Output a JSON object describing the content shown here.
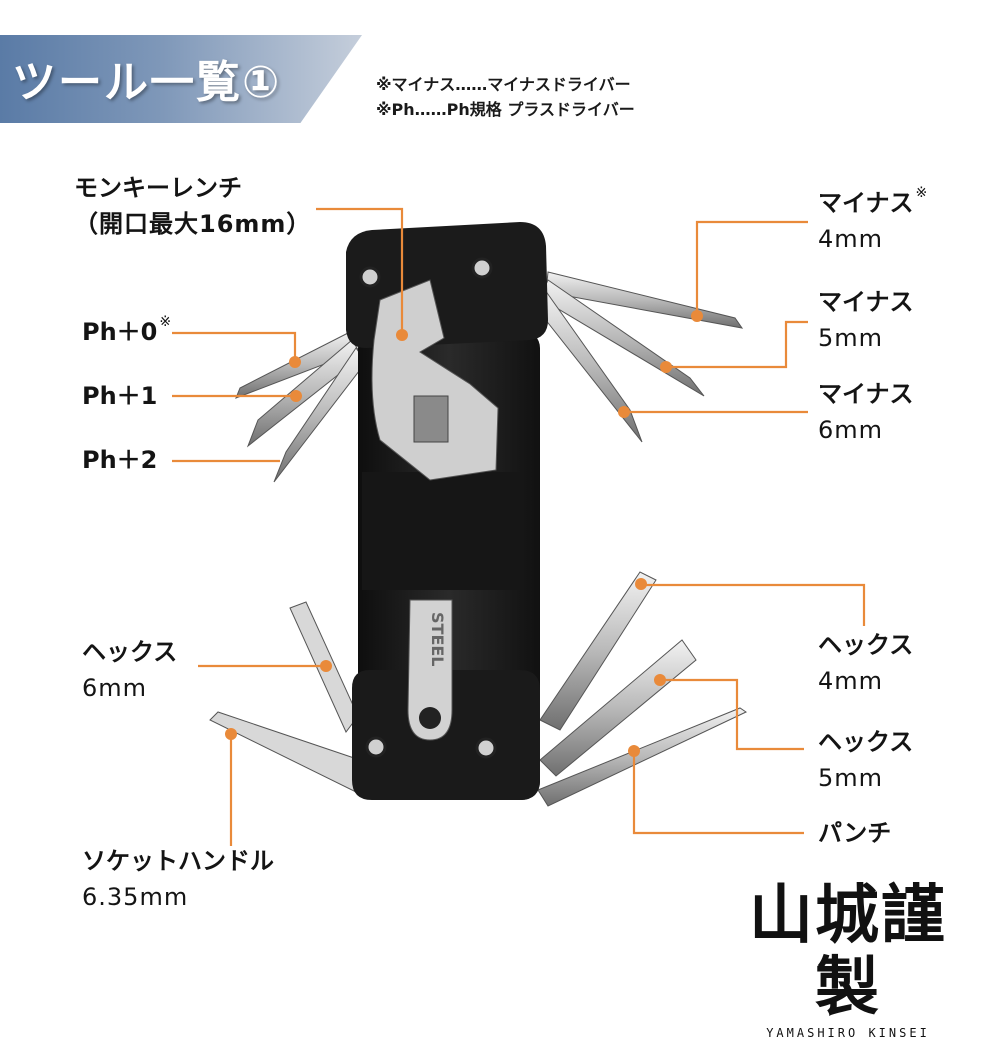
{
  "header": {
    "title": "ツール一覧①"
  },
  "notes": [
    "※マイナス……マイナスドライバー",
    "※Ph……Ph規格 プラスドライバー"
  ],
  "colors": {
    "accent_orange": "#e98a3a",
    "header_blue": "#5a7ba6",
    "tool_body": "#1c1c1c",
    "steel": "#c8c8c8"
  },
  "labels": {
    "monkey_wrench": {
      "name": "モンキーレンチ",
      "spec": "（開口最大16mm）"
    },
    "ph0": {
      "name": "Ph＋0",
      "mark": "※"
    },
    "ph1": {
      "name": "Ph＋1"
    },
    "ph2": {
      "name": "Ph＋2"
    },
    "minus4": {
      "name": "マイナス",
      "mark": "※",
      "spec": "4mm"
    },
    "minus5": {
      "name": "マイナス",
      "spec": "5mm"
    },
    "minus6": {
      "name": "マイナス",
      "spec": "6mm"
    },
    "hex6": {
      "name": "ヘックス",
      "spec": "6mm"
    },
    "hex4": {
      "name": "ヘックス",
      "spec": "4mm"
    },
    "hex5": {
      "name": "ヘックス",
      "spec": "5mm"
    },
    "punch": {
      "name": "パンチ"
    },
    "socket": {
      "name": "ソケットハンドル",
      "spec": "6.35mm"
    }
  },
  "tool": {
    "engraving": "STEEL"
  },
  "logo": {
    "main": "山城謹製",
    "sub": "YAMASHIRO KINSEI"
  }
}
